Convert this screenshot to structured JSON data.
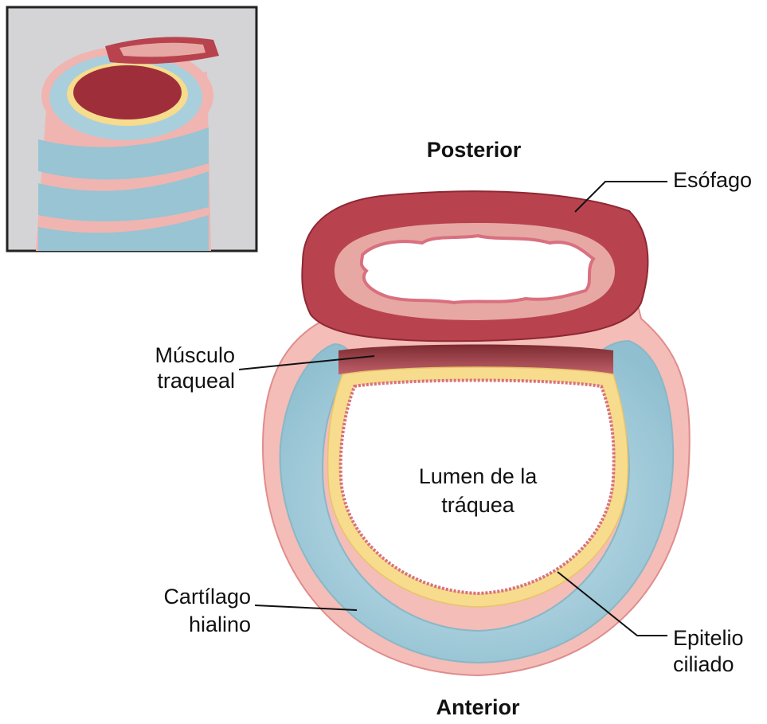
{
  "orientation": {
    "top": "Posterior",
    "bottom": "Anterior"
  },
  "labels": {
    "esophagus": "Esófago",
    "trachealis_line1": "Músculo",
    "trachealis_line2": "traqueal",
    "lumen_line1": "Lumen de la",
    "lumen_line2": "tráquea",
    "cartilage_line1": "Cartílago",
    "cartilage_line2": "hialino",
    "epithelium_line1": "Epitelio",
    "epithelium_line2": "ciliado"
  },
  "colors": {
    "esophagus_wall": "#b8434f",
    "esophagus_inner": "#e7a8a4",
    "adventitia": "#f2b9b4",
    "cartilage": "#a9cfdc",
    "submucosa": "#f6dc8c",
    "mucosa_line": "#d9707f",
    "inset_border": "#222222",
    "inset_background": "#d4d4d6"
  }
}
